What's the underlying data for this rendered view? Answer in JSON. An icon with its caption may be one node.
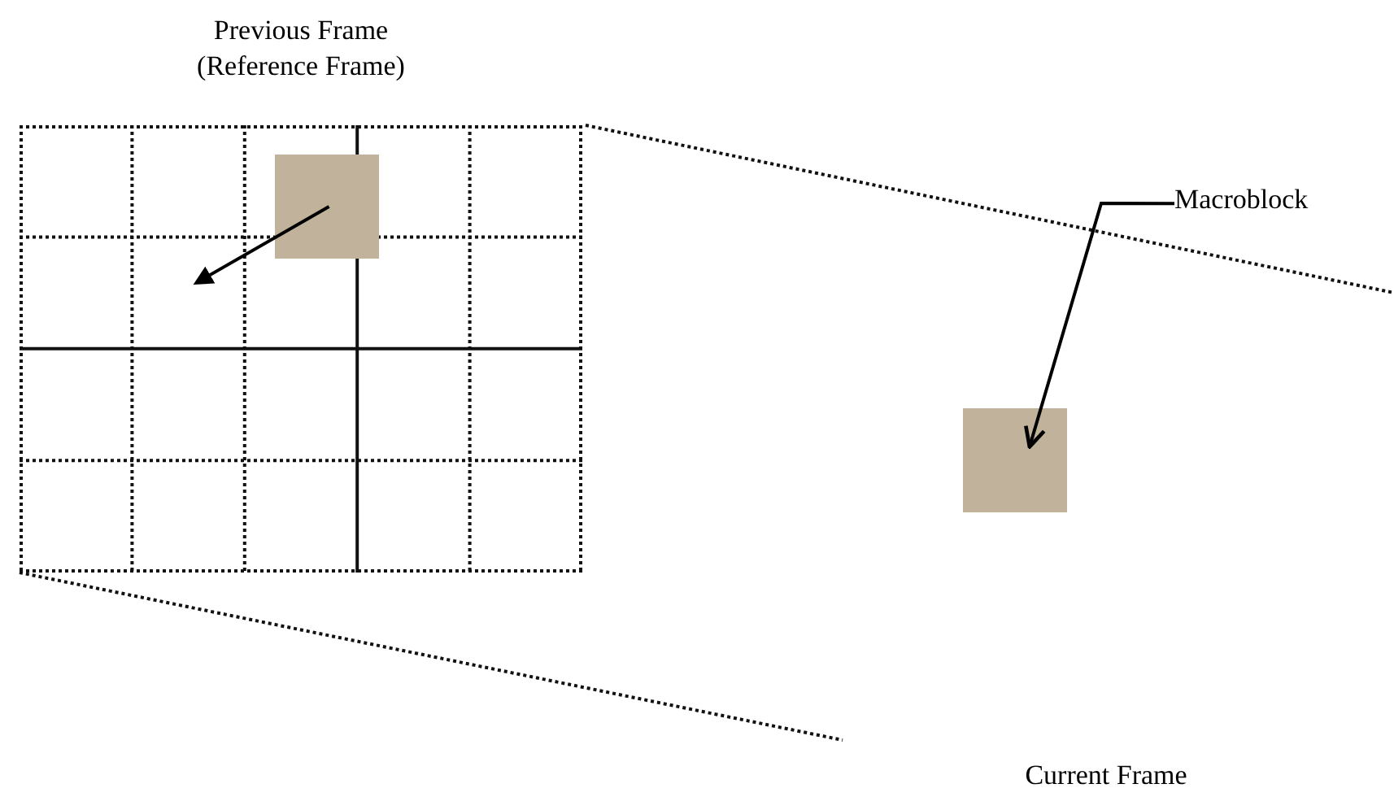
{
  "diagram": {
    "nodes": [
      {
        "text": [
          "Previous Frame (Reference Frame)"
        ]
      },
      {
        "text": [],
        "shape": "box",
        "in": 0
      },
      {
        "text": [
          "Macroblock"
        ]
      },
      {
        "text": [],
        "shape": "box"
      }
    ],
    "edges": [
      {
        "from": 1,
        "to": null,
        "arrow": "to"
      },
      {
        "from": 2,
        "to": 3,
        "arrow": "to"
      }
    ],
    "labels": [
      "Current Frame"
    ]
  }
}
